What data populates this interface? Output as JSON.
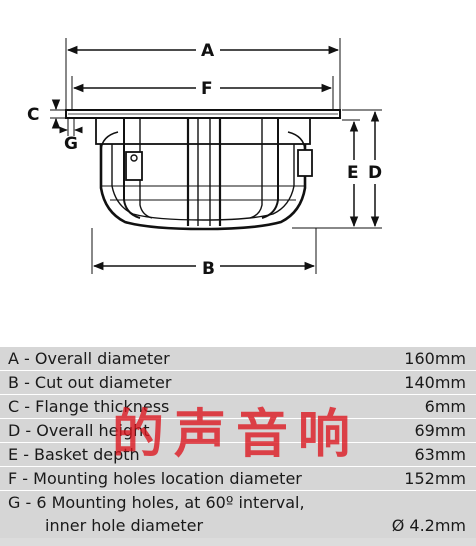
{
  "drawing": {
    "dimension_letters": {
      "A": "A",
      "B": "B",
      "C": "C",
      "D": "D",
      "E": "E",
      "F": "F",
      "G": "G"
    }
  },
  "specs": [
    {
      "label": "A - Overall diameter",
      "value": "160mm"
    },
    {
      "label": "B - Cut out diameter",
      "value": "140mm"
    },
    {
      "label": "C - Flange thickness",
      "value": "6mm"
    },
    {
      "label": "D - Overall height",
      "value": "69mm"
    },
    {
      "label": "E - Basket depth",
      "value": "63mm"
    },
    {
      "label": "F - Mounting holes location diameter",
      "value": "152mm"
    },
    {
      "label": "G - 6 Mounting holes, at 60º interval,",
      "value": ""
    },
    {
      "label": "inner hole diameter",
      "value": "Ø 4.2mm"
    }
  ],
  "watermark": "的声音响",
  "colors": {
    "row_shade": "#d6d6d6",
    "watermark": "#dc141e"
  }
}
